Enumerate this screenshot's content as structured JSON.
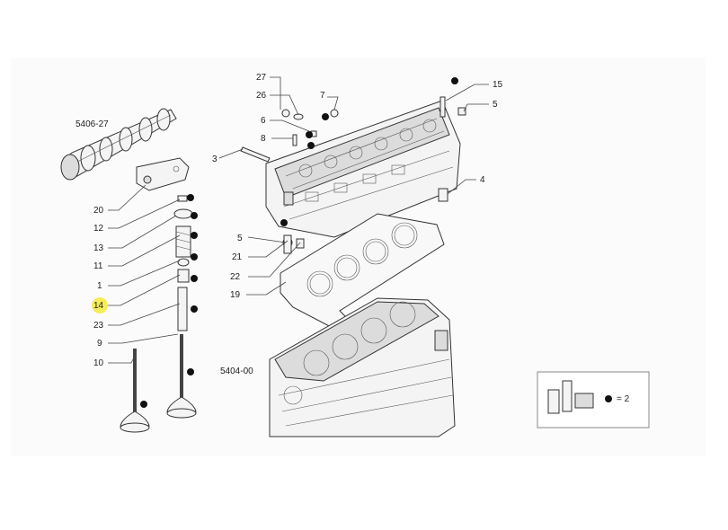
{
  "refs": {
    "camshaft": "5406-27",
    "block": "5404-00"
  },
  "callouts": {
    "c27": "27",
    "c26": "26",
    "c7": "7",
    "c6": "6",
    "c8": "8",
    "c3": "3",
    "c15": "15",
    "c5a": "5",
    "c4": "4",
    "c5b": "5",
    "c21": "21",
    "c22": "22",
    "c19": "19",
    "c20": "20",
    "c12": "12",
    "c13": "13",
    "c11": "11",
    "c1": "1",
    "c14": "14",
    "c23": "23",
    "c9": "9",
    "c10": "10"
  },
  "highlight": {
    "item": "14",
    "color": "#f7ec5a"
  },
  "legend": {
    "symbol": "= 2"
  }
}
